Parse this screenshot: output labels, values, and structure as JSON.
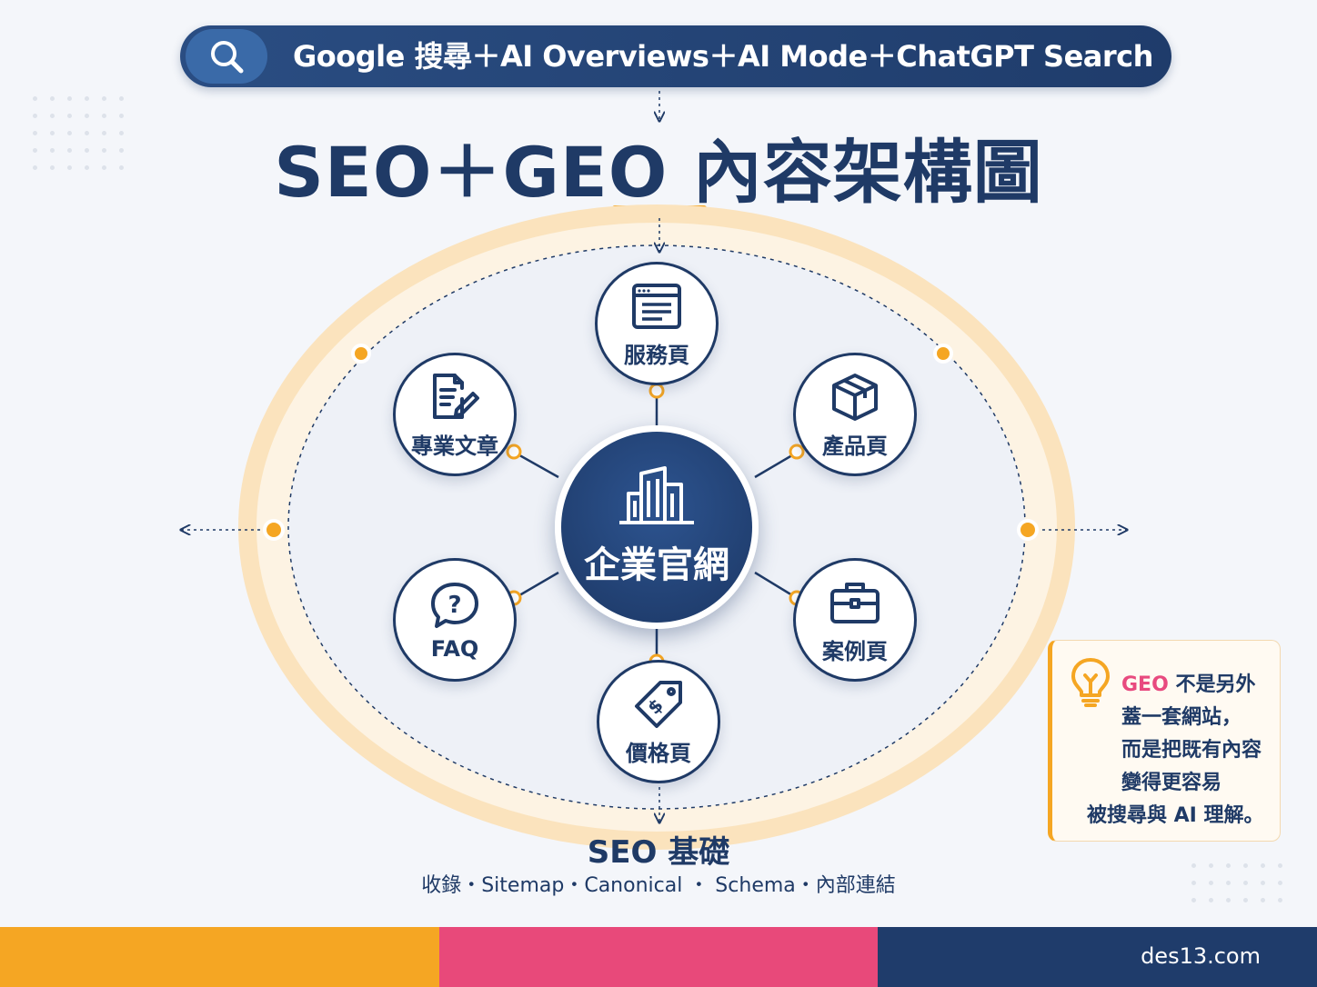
{
  "header": {
    "search_text": "Google 搜尋＋AI Overviews＋AI Mode＋ChatGPT Search"
  },
  "title": "SEO＋GEO 內容架構圖",
  "center": {
    "label": "企業官網",
    "icon": "building-icon"
  },
  "nodes": [
    {
      "label": "服務頁",
      "icon": "browser-window-icon"
    },
    {
      "label": "產品頁",
      "icon": "box-icon"
    },
    {
      "label": "案例頁",
      "icon": "briefcase-icon"
    },
    {
      "label": "價格頁",
      "icon": "price-tag-icon"
    },
    {
      "label": "FAQ",
      "icon": "question-bubble-icon"
    },
    {
      "label": "專業文章",
      "icon": "document-edit-icon"
    }
  ],
  "seo_base": {
    "title": "SEO 基礎",
    "items": "收錄・Sitemap・Canonical ・ Schema・內部連結"
  },
  "note": {
    "line1_highlight": "GEO",
    "line1_rest": " 不是另外",
    "line2": "蓋一套網站，",
    "line3": "而是把既有內容",
    "line4": "變得更容易",
    "line5": "被搜尋與 AI 理解。"
  },
  "footer": {
    "site": "des13.com"
  },
  "colors": {
    "navy": "#1f3a66",
    "orange": "#f5a623",
    "pink": "#e8497a"
  }
}
